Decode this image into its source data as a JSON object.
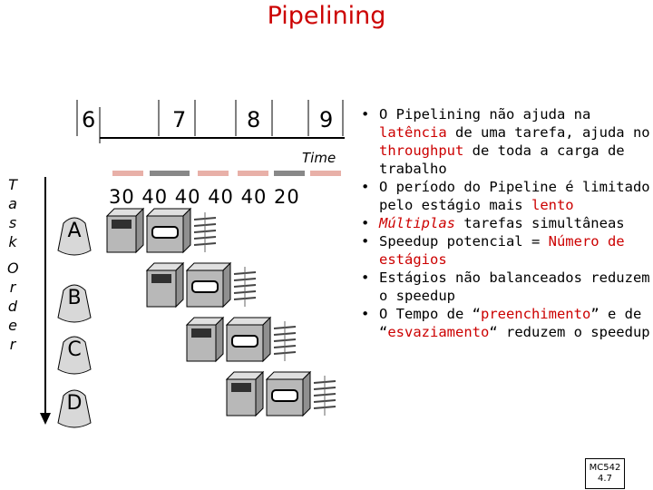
{
  "slide": {
    "title": "Pipelining",
    "timeline": {
      "labels": [
        "6",
        "7",
        "8",
        "9"
      ],
      "time_label": "Time",
      "durations": "30 40 40 40 40 20"
    },
    "task_order_label": [
      "T",
      "a",
      "s",
      "k",
      "O",
      "r",
      "d",
      "e",
      "r"
    ],
    "tasks": [
      "A",
      "B",
      "C",
      "D"
    ],
    "bullets": [
      {
        "parts": [
          {
            "text": "O Pipelining não ajuda na ",
            "hl": false
          },
          {
            "text": "latência",
            "hl": true
          },
          {
            "text": " de uma tarefa, ajuda no ",
            "hl": false
          },
          {
            "text": "throughput",
            "hl": true
          },
          {
            "text": " de toda a carga de trabalho",
            "hl": false
          }
        ]
      },
      {
        "parts": [
          {
            "text": "O período do Pipeline é limitado pelo estágio mais ",
            "hl": false
          },
          {
            "text": "lento",
            "hl": true
          }
        ]
      },
      {
        "parts": [
          {
            "text": "Múltiplas",
            "hl": true,
            "italic": true
          },
          {
            "text": " tarefas simultâneas",
            "hl": false
          }
        ]
      },
      {
        "parts": [
          {
            "text": "Speedup potencial = ",
            "hl": false
          },
          {
            "text": "Número de estágios",
            "hl": true
          }
        ]
      },
      {
        "parts": [
          {
            "text": "Estágios não balanceados reduzem o speedup",
            "hl": false
          }
        ]
      },
      {
        "parts": [
          {
            "text": "O Tempo de “",
            "hl": false
          },
          {
            "text": "preenchimento",
            "hl": true
          },
          {
            "text": "” e de “",
            "hl": false
          },
          {
            "text": "esvaziamento",
            "hl": true
          },
          {
            "text": "“ reduzem o speedup",
            "hl": false
          }
        ]
      }
    ],
    "badge": {
      "line1": "MC542",
      "line2": "4.7"
    },
    "colors": {
      "accent": "#cc0000",
      "stage_bar": "#e8b0a8",
      "washer": "#b8b8b8"
    }
  }
}
